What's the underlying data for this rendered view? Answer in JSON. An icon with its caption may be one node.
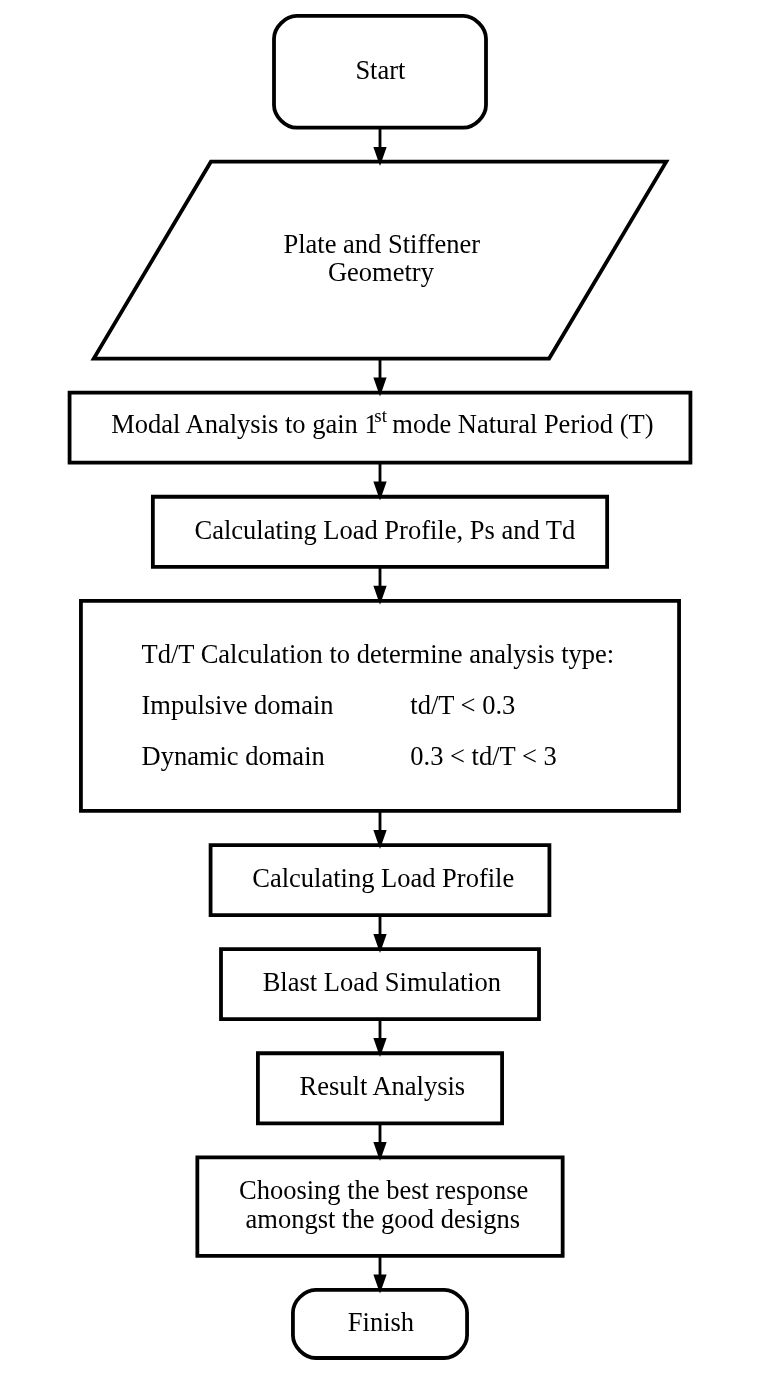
{
  "diagram": {
    "nodes": [
      {
        "text": [
          "Start"
        ]
      },
      {
        "text": [
          "Plate and Stiffener Geometry"
        ]
      },
      {
        "text": [
          "Modal Analysis to gain 1$^{st}$ mode Natural Period (T)"
        ]
      },
      {
        "text": [
          "Calculating Load Profile, Ps and Td"
        ]
      },
      {
        "text": [
          "Td/T Calculation to determine analysis type:",
          "Impulsive domain",
          "td/T < 0.3",
          "Dynamic domain",
          "0.3 < td/T < 3"
        ]
      },
      {
        "text": [
          "Calculating Load Profile"
        ]
      },
      {
        "text": [
          "Blast Load Simulation"
        ]
      },
      {
        "text": [
          "Result Analysis"
        ]
      },
      {
        "text": [
          "Choosing the best response amongst the good designs"
        ]
      },
      {
        "text": [
          "Finish"
        ]
      }
    ],
    "edges": [
      {
        "from": 0,
        "to": 1,
        "arrow": "to"
      },
      {
        "from": 1,
        "to": 2,
        "arrow": "to"
      },
      {
        "from": 2,
        "to": 3,
        "arrow": "to"
      },
      {
        "from": 3,
        "to": 4,
        "arrow": "to"
      },
      {
        "from": 4,
        "to": 5,
        "arrow": "to"
      },
      {
        "from": 5,
        "to": 6,
        "arrow": "to"
      },
      {
        "from": 6,
        "to": 7,
        "arrow": "to"
      },
      {
        "from": 7,
        "to": 8,
        "arrow": "to"
      },
      {
        "from": 8,
        "to": 9,
        "arrow": "to"
      }
    ]
  }
}
